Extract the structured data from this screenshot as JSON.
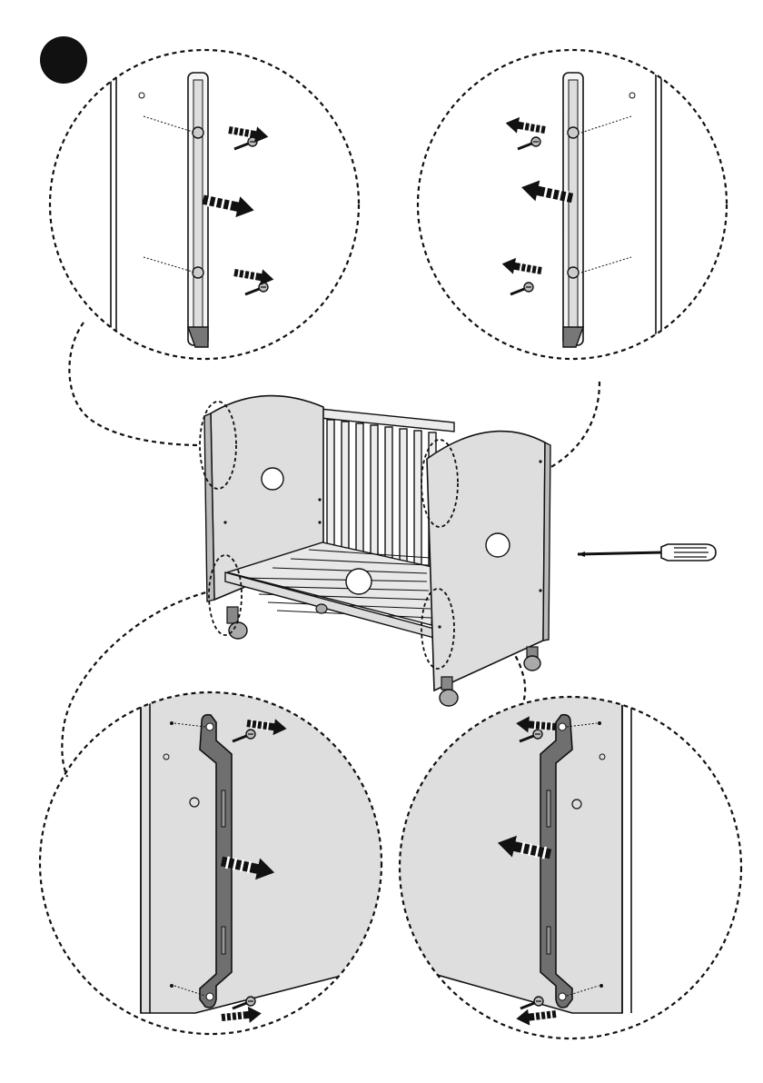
{
  "step": {
    "number": ""
  },
  "diagram": {
    "views": [
      {
        "id": "detail-top-left",
        "part": "side-rail",
        "direction": "remove-right"
      },
      {
        "id": "detail-top-right",
        "part": "side-rail",
        "direction": "remove-left"
      },
      {
        "id": "detail-bottom-left",
        "part": "metal-bracket",
        "direction": "remove-right"
      },
      {
        "id": "detail-bottom-right",
        "part": "metal-bracket",
        "direction": "remove-left"
      }
    ],
    "tool": "screwdriver-icon",
    "colors": {
      "ink": "#111111",
      "panel": "#dedede",
      "bracket": "#6f6f6f",
      "badge": "#111111"
    }
  }
}
